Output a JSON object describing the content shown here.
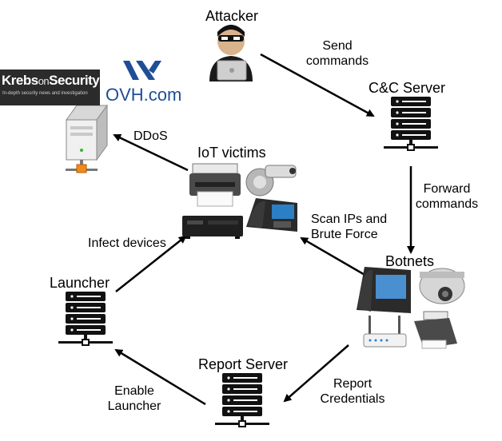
{
  "nodes": {
    "attacker": "Attacker",
    "cc_server": "C&C Server",
    "iot_victims": "IoT victims",
    "botnets": "Botnets",
    "launcher": "Launcher",
    "report_server": "Report Server"
  },
  "edges": {
    "send_line1": "Send",
    "send_line2": "commands",
    "forward_line1": "Forward",
    "forward_line2": "commands",
    "scan_line1": "Scan IPs and",
    "scan_line2": "Brute Force",
    "infect": "Infect devices",
    "report_line1": "Report",
    "report_line2": "Credentials",
    "enable_line1": "Enable",
    "enable_line2": "Launcher",
    "ddos": "DDoS"
  },
  "targets": {
    "krebs_main": "Krebs",
    "krebs_on": "on",
    "krebs_security": "Security",
    "krebs_tagline": "In-depth security news and investigation",
    "ovh": "OVH.com"
  },
  "colors": {
    "server_black": "#111111",
    "ovh_blue": "#1f4e96",
    "krebs_bg": "#2b2b2b",
    "arrow": "#000000"
  }
}
